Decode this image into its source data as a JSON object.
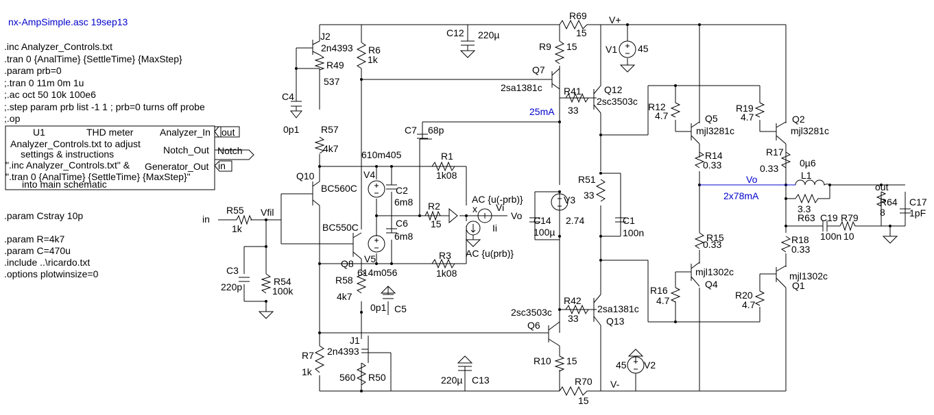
{
  "title": "nx-AmpSimple.asc 19sep13",
  "directives": [
    ".inc Analyzer_Controls.txt",
    ".tran 0 {AnalTime} {SettleTime} {MaxStep}",
    ".param prb=0",
    ";.tran 0 11m 0m 1u",
    ";.ac oct 50 10k 100e6",
    ";.step param prb list -1 1 ; prb=0 turns off probe",
    ";.op"
  ],
  "directives2": [
    ".param Cstray 10p",
    ".param R=4k7",
    ".param C=470u",
    ".include ..\\ricardo.txt",
    ".options plotwinsize=0"
  ],
  "u1": {
    "ref": "U1",
    "name": "THD meter",
    "note": [
      "Analyzer_Controls.txt to adjust",
      "settings & instructions",
      "\".inc Analyzer_Controls.txt\" &",
      "\".tran 0 {AnalTime} {SettleTime} {MaxStep}\"",
      "into main schematic"
    ],
    "pins": [
      "Analyzer_In",
      "Notch_Out",
      "Generator_Out"
    ],
    "ports": [
      "out",
      "Notch",
      "in"
    ]
  },
  "annotations": {
    "current1": "25mA",
    "current2": "2x78mA",
    "vo_net": "Vo"
  },
  "nets": {
    "vplus": "V+",
    "vminus": "V-",
    "in": "in",
    "vfil": "Vfil",
    "out": "out",
    "vo": "Vo",
    "vi": "Vi",
    "ii": "Ii",
    "x": "x"
  },
  "labels": {
    "J2": "J2",
    "J2v": "2n4393",
    "R6": "R6",
    "R6v": "1k",
    "C12": "C12",
    "C12v": "220µ",
    "R69": "R69",
    "R69v": "15",
    "R9": "R9",
    "R9v": "15",
    "V1": "V1",
    "V1v": "45",
    "R49": "R49",
    "R49v": "537",
    "Q7": "Q7",
    "Q7v": "2sa1381c",
    "R41": "R41",
    "R41v": "33",
    "Q12": "Q12",
    "Q12v": "2sc3503c",
    "C4": "C4",
    "C4v": "0p1",
    "R57": "R57",
    "R57v": "4k7",
    "C7": "C7",
    "C7v": "68p",
    "R12": "R12",
    "R12v": "4.7",
    "Q5": "Q5",
    "Q5v": "mjl3281c",
    "R19": "R19",
    "R19v": "4.7",
    "Q2": "Q2",
    "Q2v": "mjl3281c",
    "R17": "R17",
    "R17v": "0.33",
    "R14": "R14",
    "R14v": "0.33",
    "V4": "V4",
    "V4v": "610m405",
    "R1": "R1",
    "R1v": "1k08",
    "C2": "C2",
    "C2v": "6m8",
    "R2": "R2",
    "R2v": "15",
    "C6": "C6",
    "C6v": "6m8",
    "V5": "V5",
    "V5v": "614m056",
    "R3": "R3",
    "R3v": "1k08",
    "ACtop": "AC {u(-prb)}",
    "ACbot": "AC {u(prb)}",
    "V3": "V3",
    "V3v": "2.74",
    "C14": "C14",
    "C14v": "100µ",
    "R51": "R51",
    "R51v": "33",
    "C1": "C1",
    "C1v": "100n",
    "L1": "L1",
    "L1v": "0µ6",
    "R63": "R63",
    "R63v": "3.3",
    "C19": "C19",
    "C19v": "100n",
    "R79": "R79",
    "R79v": "10",
    "R64": "R64",
    "R64v": "8",
    "C17": "C17",
    "C17v": "1pF",
    "Q10": "Q10",
    "Q10v": "BC560C",
    "Q8": "Q8",
    "Q8v": "BC550C",
    "R55": "R55",
    "R55v": "1k",
    "C3": "C3",
    "C3v": "220p",
    "R54": "R54",
    "R54v": "100k",
    "R58": "R58",
    "R58v": "4k7",
    "C5": "C5",
    "C5v": "0p1",
    "R15": "R15",
    "R15v": "0.33",
    "R18": "R18",
    "R18v": "0.33",
    "Q4": "Q4",
    "Q4v": "mjl1302c",
    "Q1": "Q1",
    "Q1v": "mjl1302c",
    "R16": "R16",
    "R16v": "4.7",
    "R20": "R20",
    "R20v": "4.7",
    "Q6": "Q6",
    "Q6v": "2sc3503c",
    "R42": "R42",
    "R42v": "33",
    "Q13": "Q13",
    "Q13v": "2sa1381c",
    "J1": "J1",
    "J1v": "2n4393",
    "R50": "R50",
    "R50v": "560",
    "R7": "R7",
    "R7v": "1k",
    "C13": "C13",
    "C13v": "220µ",
    "R10": "R10",
    "R10v": "15",
    "V2": "V2",
    "V2v": "45",
    "R70": "R70",
    "R70v": "15"
  },
  "colors": {
    "wire": "#000000",
    "annotation": "#0000cc",
    "background": "#ffffff"
  }
}
